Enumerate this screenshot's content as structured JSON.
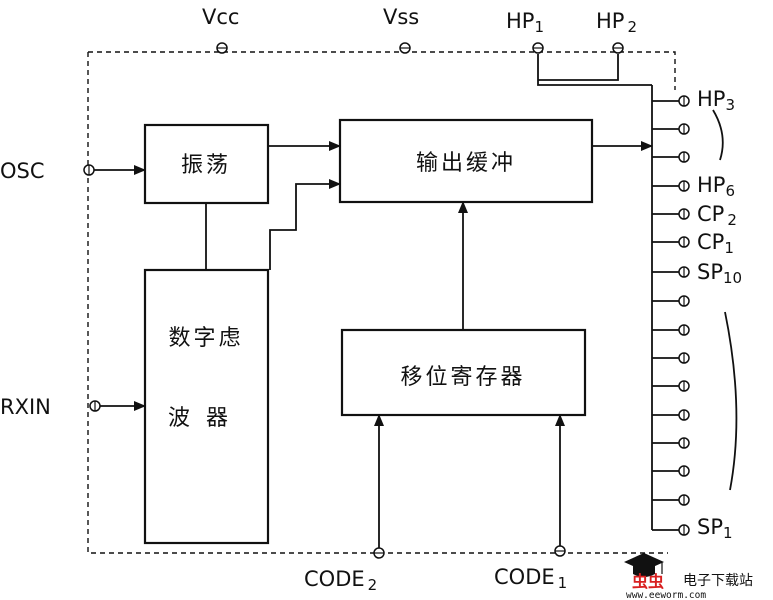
{
  "blocks": {
    "oscillator": "振荡",
    "output_buffer": "输出缓冲",
    "digital_filter_line1": "数字虑",
    "digital_filter_line2": "波器",
    "shift_register": "移位寄存器"
  },
  "pins": {
    "vcc": "Vcc",
    "vss": "Vss",
    "hp1": {
      "base": "HP",
      "sub": "1"
    },
    "hp2": {
      "base": "HP",
      "sub": "2"
    },
    "hp3": {
      "base": "HP",
      "sub": "3"
    },
    "hp6": {
      "base": "HP",
      "sub": "6"
    },
    "cp2": {
      "base": "CP",
      "sub": "2"
    },
    "cp1": {
      "base": "CP",
      "sub": "1"
    },
    "sp10": {
      "base": "SP",
      "sub": "10"
    },
    "sp1": {
      "base": "SP",
      "sub": "1"
    },
    "osc": "OSC",
    "rxin": "RXIN",
    "code2": {
      "base": "CODE",
      "sub": "2"
    },
    "code1": {
      "base": "CODE",
      "sub": "1"
    }
  },
  "watermark": {
    "brand": "虫虫",
    "site_name": "电子下载站",
    "url": "www.eeworm.com"
  },
  "colors": {
    "line": "#111111",
    "watermark_red": "#d82020"
  }
}
